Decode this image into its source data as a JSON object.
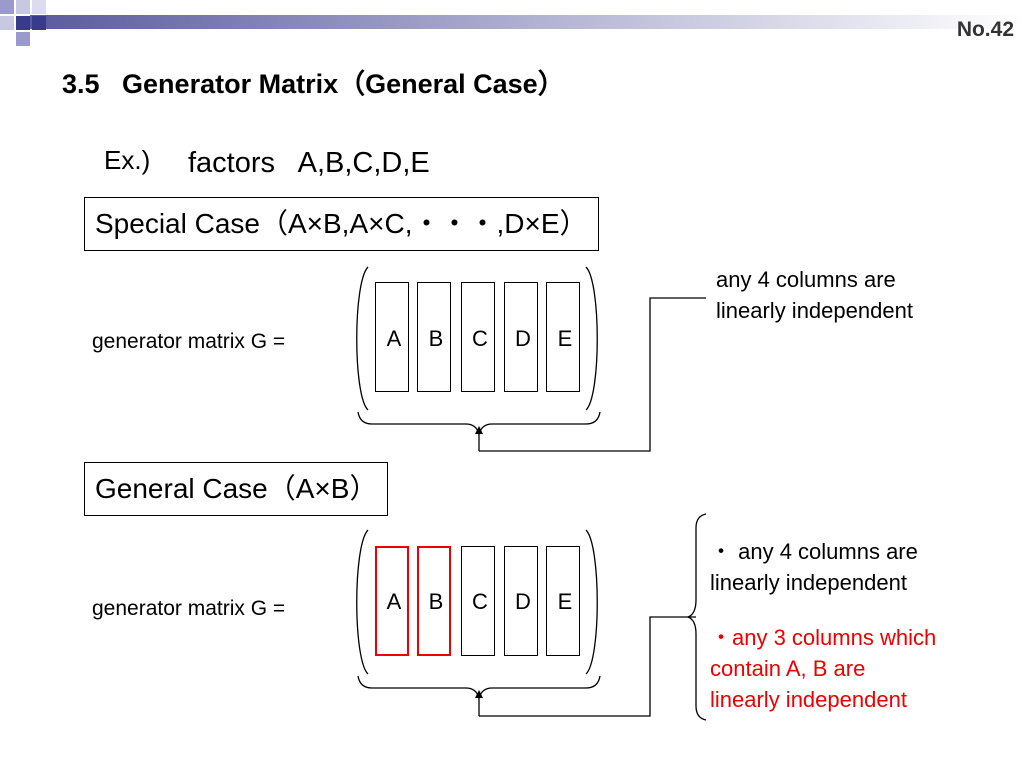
{
  "page_number": "No.42",
  "title": "3.5   Generator Matrix（General Case）",
  "example": {
    "label": "Ex.)",
    "factors": "factors   A,B,C,D,E"
  },
  "special_case": {
    "heading": "Special Case（A×B,A×C,・・・,D×E）",
    "matrix_label": "generator matrix G =",
    "columns": [
      "A",
      "B",
      "C",
      "D",
      "E"
    ],
    "note_line1": "any 4 columns are",
    "note_line2": "linearly independent"
  },
  "general_case": {
    "heading": "General Case（A×B）",
    "matrix_label": "generator matrix G =",
    "columns": [
      "A",
      "B",
      "C",
      "D",
      "E"
    ],
    "highlighted_columns": [
      "A",
      "B"
    ],
    "highlight_color": "#ee0000",
    "note1_line1": "・ any 4 columns are",
    "note1_line2": "linearly independent",
    "note2_line1": "・any 3 columns which",
    "note2_line2": "contain A, B are",
    "note2_line3": "linearly independent"
  }
}
